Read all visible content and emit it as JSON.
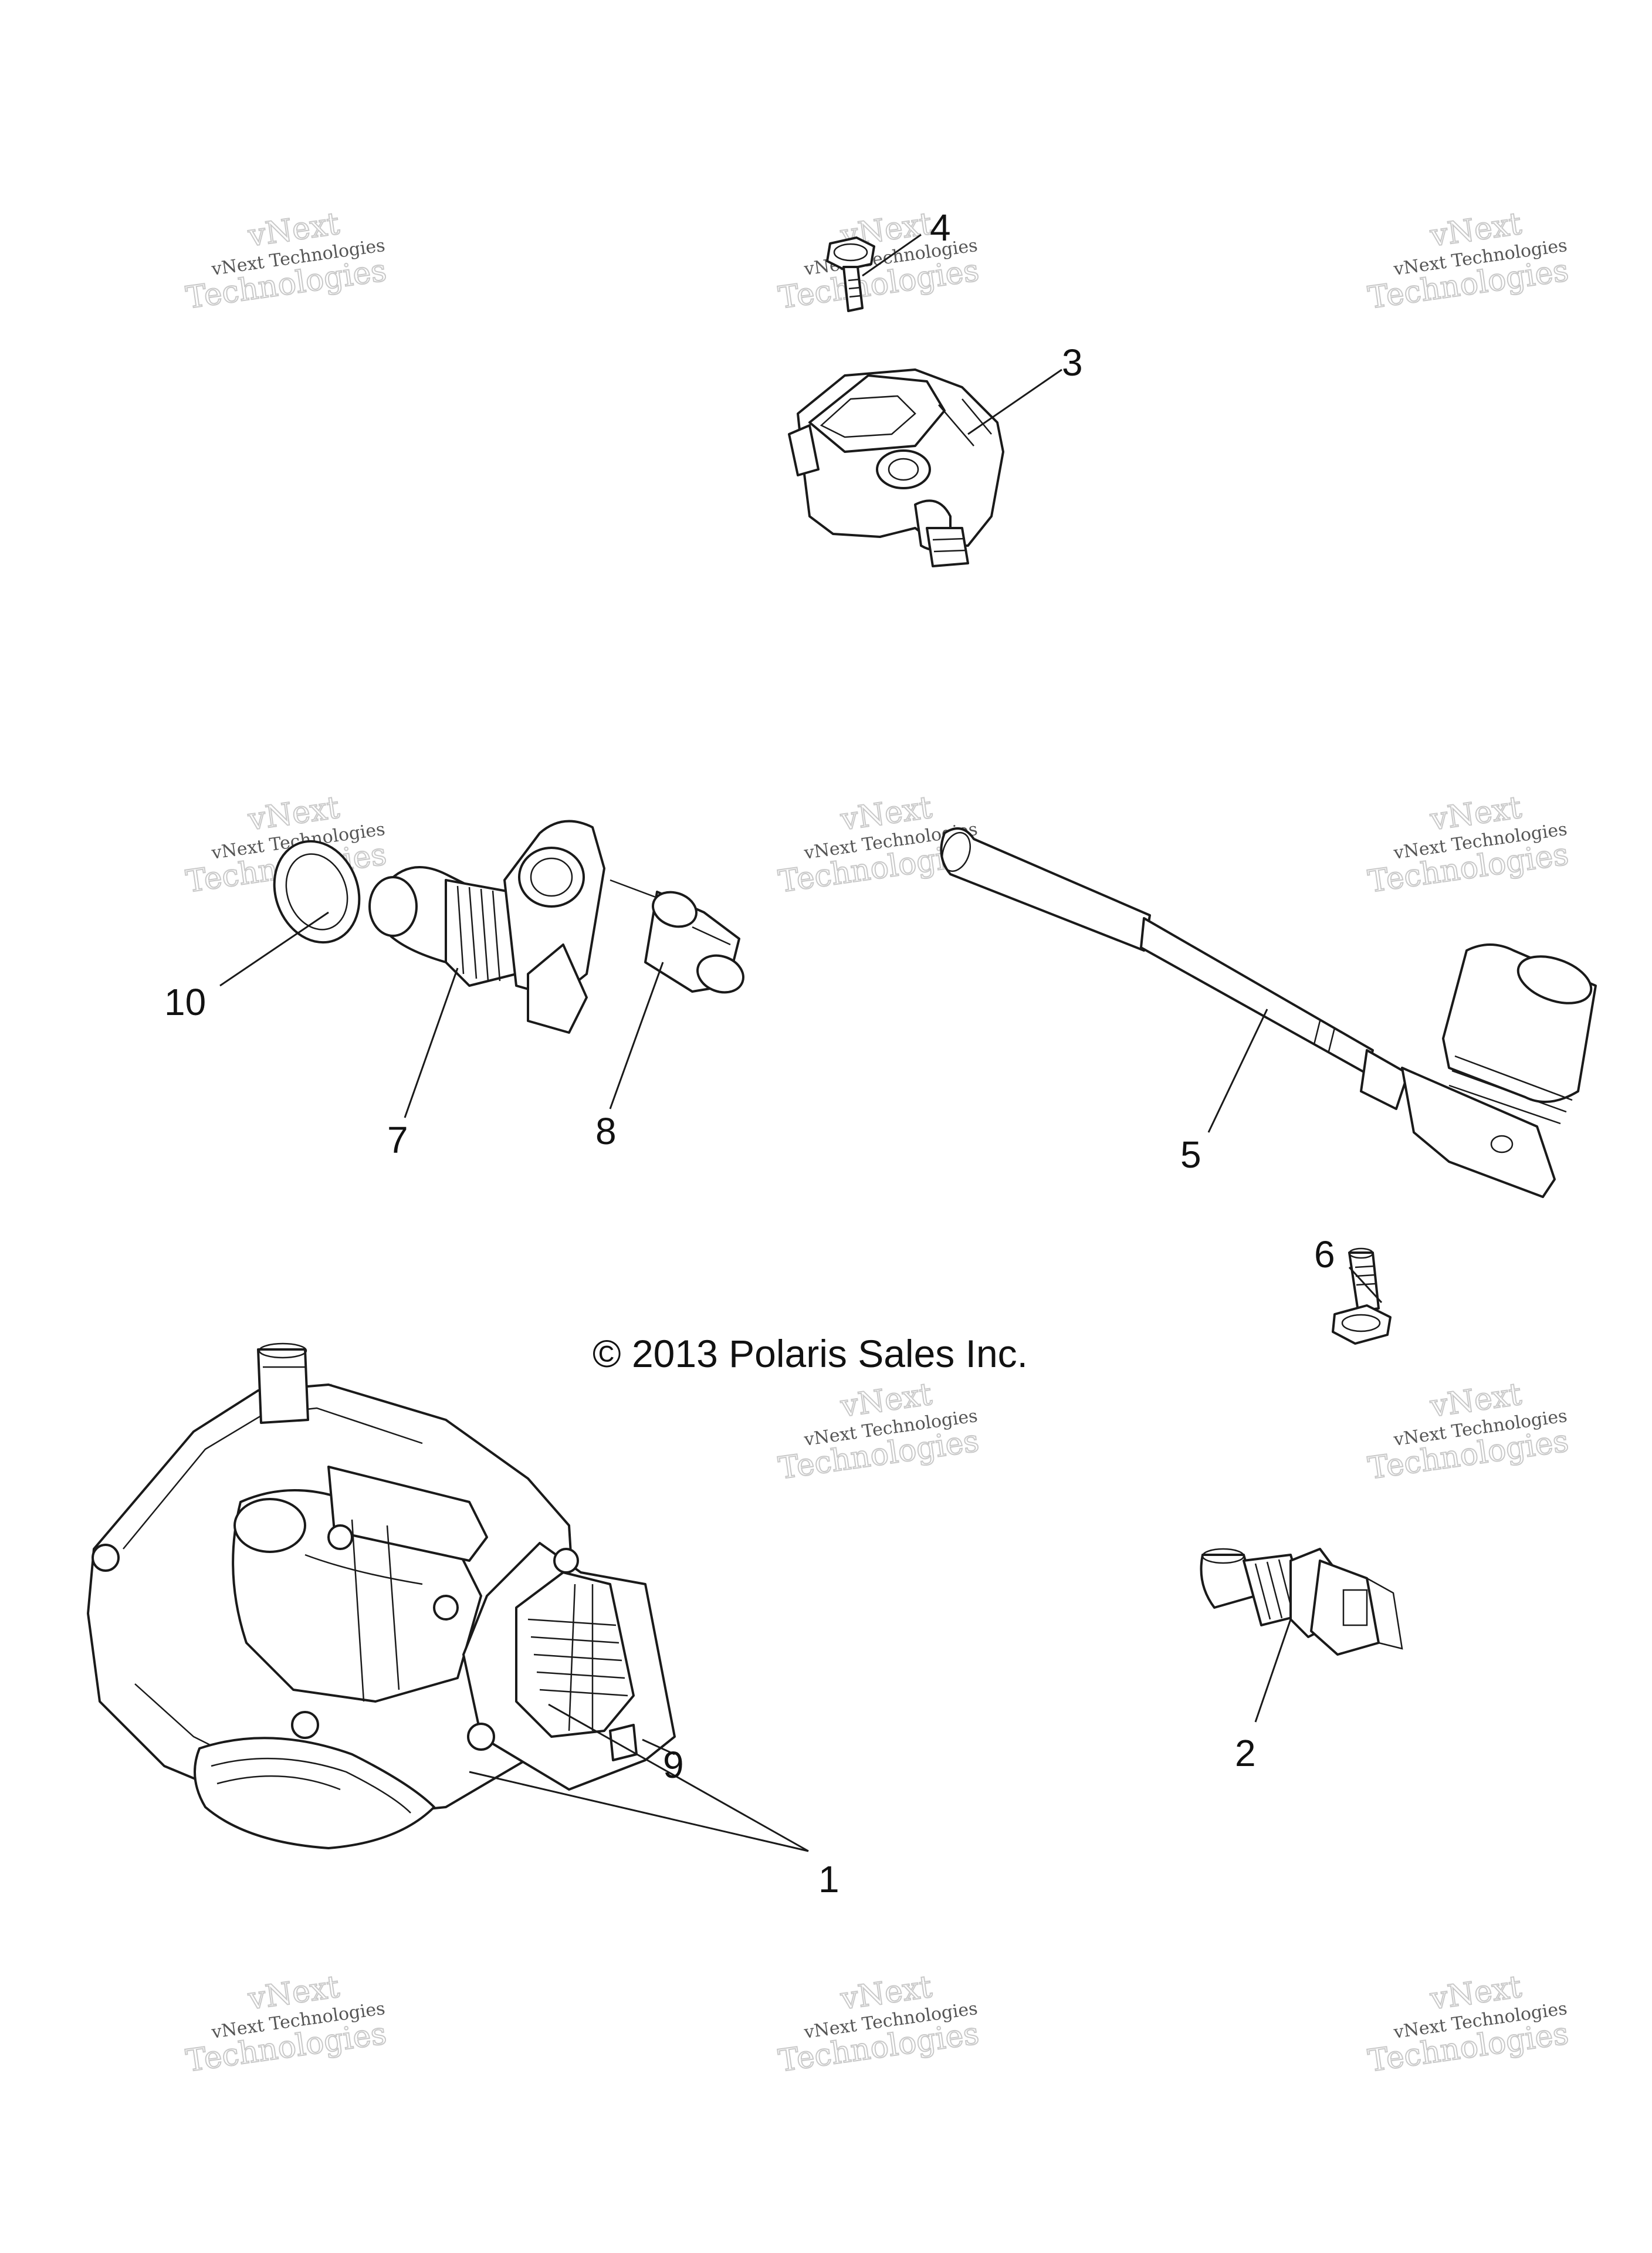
{
  "copyright": "© 2013 Polaris Sales Inc.",
  "watermark": {
    "line1": "vNext",
    "line2": "vNext Technologies",
    "line3": "Technologies"
  },
  "callouts": {
    "c1": "1",
    "c2": "2",
    "c3": "3",
    "c4": "4",
    "c5": "5",
    "c6": "6",
    "c7": "7",
    "c8": "8",
    "c9": "9",
    "c10": "10"
  },
  "colors": {
    "line": "#1a1a1a",
    "background": "#ffffff",
    "watermark": "#c9c9c9"
  }
}
